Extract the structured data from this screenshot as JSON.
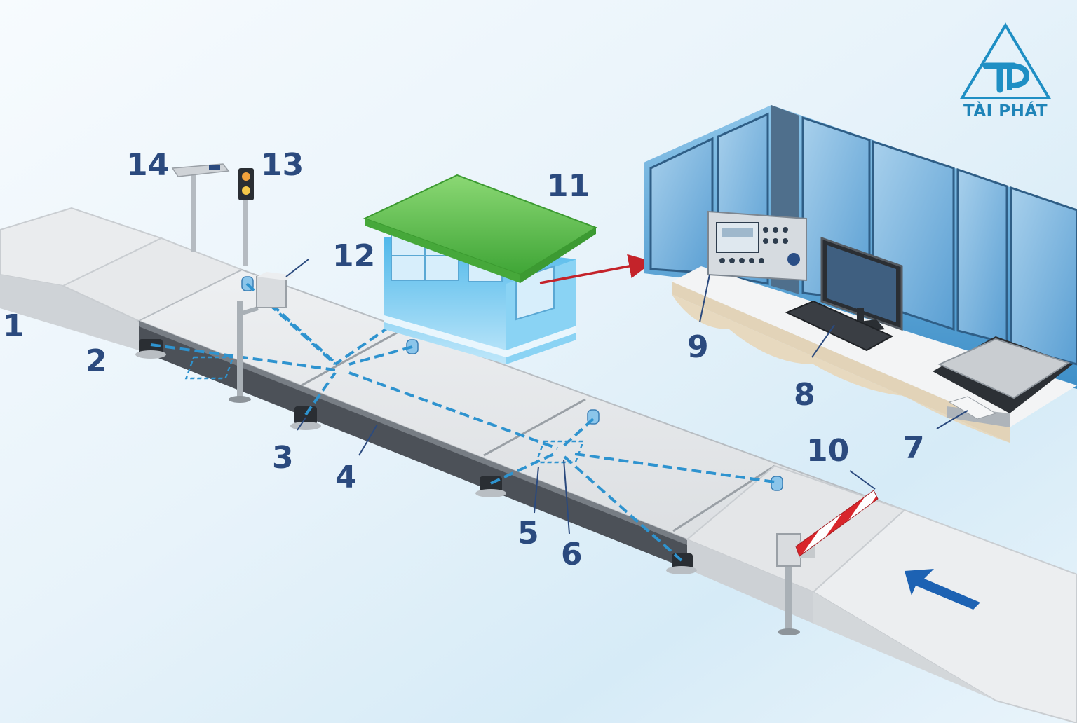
{
  "brand": {
    "name": "TÀI PHÁT",
    "monogram": "TP",
    "color": "#1f8fc4"
  },
  "colors": {
    "label": "#2b4a7e",
    "connection": "#2e93cf",
    "booth_roof": "#5cc24c",
    "booth_wall": "#67c6ee",
    "barrier_red": "#d8262b",
    "arrow": "#1d62b3"
  },
  "labels": [
    {
      "id": "1",
      "text": "1"
    },
    {
      "id": "2",
      "text": "2"
    },
    {
      "id": "3",
      "text": "3"
    },
    {
      "id": "4",
      "text": "4"
    },
    {
      "id": "5",
      "text": "5"
    },
    {
      "id": "6",
      "text": "6"
    },
    {
      "id": "7",
      "text": "7"
    },
    {
      "id": "8",
      "text": "8"
    },
    {
      "id": "9",
      "text": "9"
    },
    {
      "id": "10",
      "text": "10"
    },
    {
      "id": "11",
      "text": "11"
    },
    {
      "id": "12",
      "text": "12"
    },
    {
      "id": "13",
      "text": "13"
    },
    {
      "id": "14",
      "text": "14"
    }
  ],
  "components": [
    {
      "id": "entry-ramp",
      "label": "1",
      "icon": "ramp"
    },
    {
      "id": "foundation",
      "label": "2",
      "icon": "concrete-block"
    },
    {
      "id": "load-cell",
      "label": "3",
      "icon": "load-cell"
    },
    {
      "id": "weighbridge-deck",
      "label": "4",
      "icon": "steel-platform"
    },
    {
      "id": "signal-cable",
      "label": "5",
      "icon": "cable"
    },
    {
      "id": "junction-box",
      "label": "6",
      "icon": "junction-box"
    },
    {
      "id": "printer",
      "label": "7",
      "icon": "printer-icon"
    },
    {
      "id": "computer",
      "label": "8",
      "icon": "monitor-icon"
    },
    {
      "id": "weighing-indicator",
      "label": "9",
      "icon": "indicator-icon"
    },
    {
      "id": "barrier-gate",
      "label": "10",
      "icon": "barrier-icon"
    },
    {
      "id": "control-booth",
      "label": "11",
      "icon": "booth-icon"
    },
    {
      "id": "camera",
      "label": "12",
      "icon": "camera-icon"
    },
    {
      "id": "traffic-light",
      "label": "13",
      "icon": "traffic-light-icon"
    },
    {
      "id": "display-board",
      "label": "14",
      "icon": "display-board-icon"
    }
  ],
  "direction": {
    "icon": "arrow-left-icon"
  }
}
